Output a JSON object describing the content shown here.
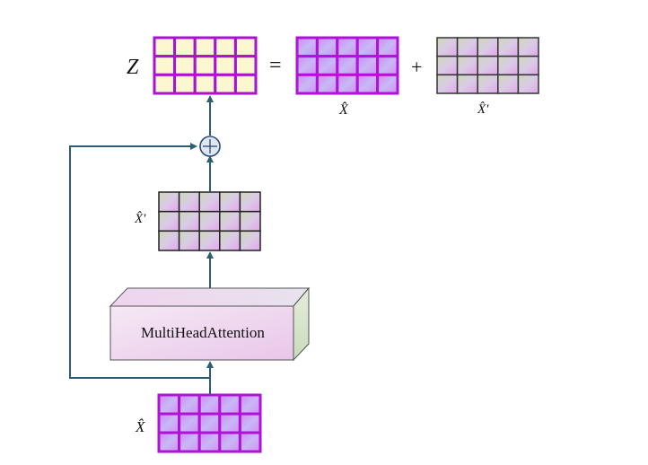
{
  "labels": {
    "z": "Z",
    "equals": "=",
    "plus": "+",
    "x_hat": "X̂",
    "x_hat_prime": "X̂′",
    "attention_block": "MultiHeadAttention"
  },
  "colors": {
    "arrow": "#2b5d73",
    "grid_purple_border": "#b012d8",
    "grid_yellow_border": "#a812d0",
    "grid_green_border": "#1a1a1a",
    "grid_yellow_fill": "#fdf7cf",
    "block_front_fill": "#f0d6ef",
    "block_side_fill": "#d8e8cc"
  },
  "grid": {
    "rows": 3,
    "cols": 5
  }
}
